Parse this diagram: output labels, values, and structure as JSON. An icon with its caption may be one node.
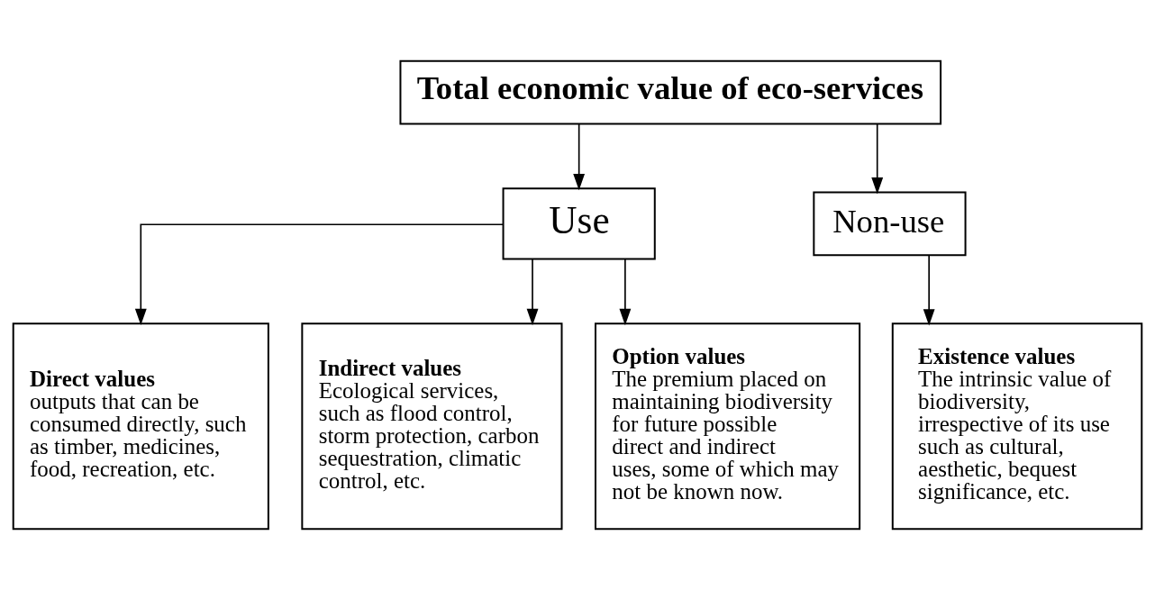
{
  "diagram": {
    "nodes": [
      {
        "text": [
          "Total economic value of eco-services"
        ]
      },
      {
        "text": [
          "Use"
        ]
      },
      {
        "text": [
          "Non-use"
        ]
      },
      {
        "text": [
          "Direct values",
          "outputs that can be consumed directly, such as timber, medicines, food, recreation, etc."
        ]
      },
      {
        "text": [
          "Indirect values",
          "Ecological services, such as flood control, storm protection, carbon sequestration, climatic control, etc."
        ]
      },
      {
        "text": [
          "Option values",
          "The premium placed on maintaining biodiversity for future possible direct and indirect uses, some of which may not be known now."
        ]
      },
      {
        "text": [
          "Existence values",
          "The intrinsic value of biodiversity, irrespective of its use such as cultural, aesthetic, bequest significance, etc."
        ]
      }
    ],
    "edges": [
      {
        "from": 0,
        "to": 1,
        "arrow": "to"
      },
      {
        "from": 0,
        "to": 2,
        "arrow": "to"
      },
      {
        "from": 1,
        "to": 3,
        "arrow": "to"
      },
      {
        "from": 1,
        "to": 4,
        "arrow": "to"
      },
      {
        "from": 1,
        "to": 5,
        "arrow": "to"
      },
      {
        "from": 2,
        "to": 6,
        "arrow": "to"
      }
    ]
  }
}
